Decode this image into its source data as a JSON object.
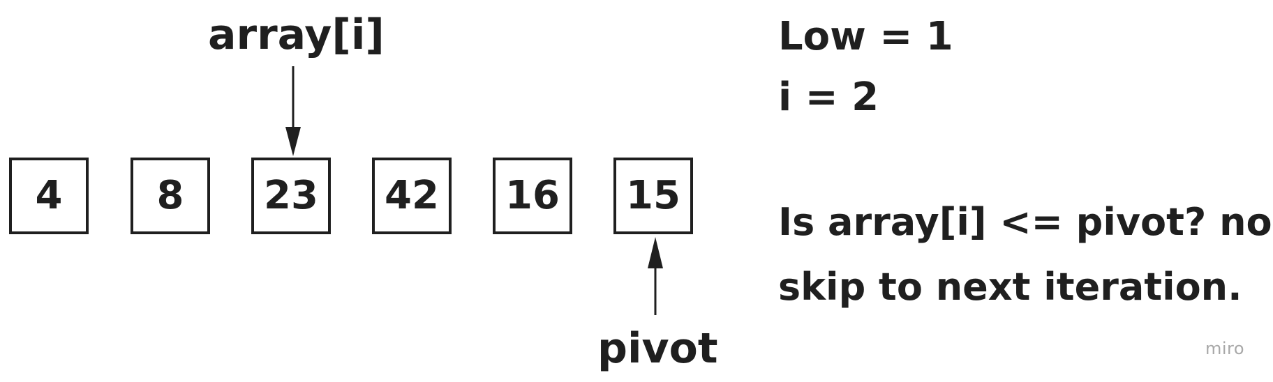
{
  "pointer_top_label": "array[i]",
  "pointer_bottom_label": "pivot",
  "array": {
    "cells": [
      "4",
      "8",
      "23",
      "42",
      "16",
      "15"
    ],
    "top_pointer_index": 2,
    "bottom_pointer_index": 5
  },
  "state": {
    "low_line": "Low = 1",
    "i_line": "i = 2"
  },
  "question": {
    "line1": "Is array[i] <= pivot? no",
    "line2": "skip to next iteration."
  },
  "watermark": "miro",
  "colors": {
    "ink": "#1f1f1f",
    "watermark": "#a8a8a8",
    "background": "#ffffff"
  }
}
